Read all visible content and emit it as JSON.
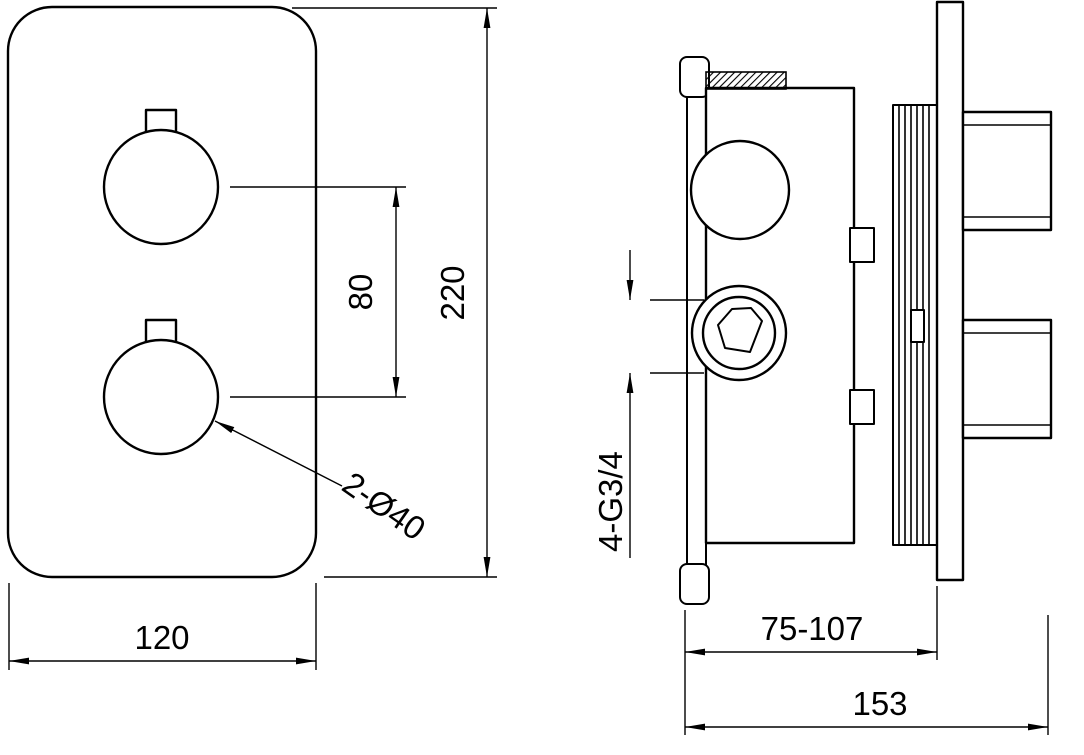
{
  "front_view": {
    "width_label": "120",
    "height_label": "220",
    "knob_spacing_label": "80",
    "knob_note": "2-Ø40"
  },
  "side_view": {
    "thread_note": "4-G3/4",
    "depth_range_label": "75-107",
    "total_depth_label": "153"
  },
  "colors": {
    "line": "#000000",
    "background": "#ffffff"
  }
}
